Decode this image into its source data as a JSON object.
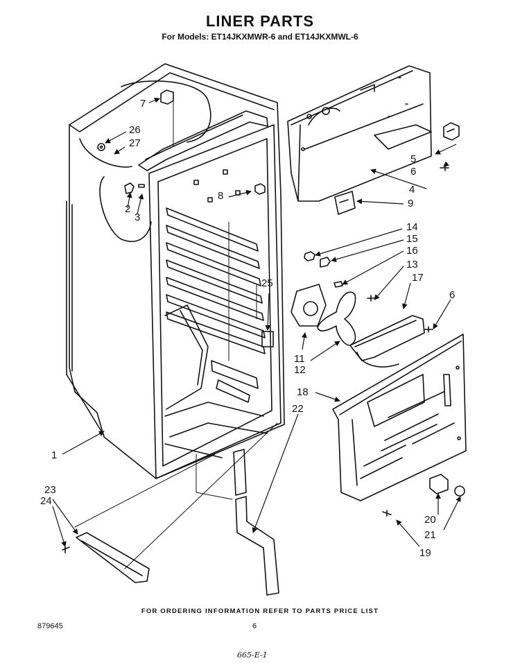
{
  "header": {
    "title": "LINER PARTS",
    "subtitle": "For Models: ET14JKXMWR-6 and ET14JKXMWL-6"
  },
  "part_labels": [
    {
      "id": "1",
      "text": "1"
    },
    {
      "id": "2",
      "text": "2"
    },
    {
      "id": "3",
      "text": "3"
    },
    {
      "id": "4",
      "text": "4"
    },
    {
      "id": "5",
      "text": "5"
    },
    {
      "id": "6a",
      "text": "6"
    },
    {
      "id": "6b",
      "text": "6"
    },
    {
      "id": "7",
      "text": "7"
    },
    {
      "id": "8",
      "text": "8"
    },
    {
      "id": "9",
      "text": "9"
    },
    {
      "id": "11",
      "text": "11"
    },
    {
      "id": "12",
      "text": "12"
    },
    {
      "id": "13",
      "text": "13"
    },
    {
      "id": "14",
      "text": "14"
    },
    {
      "id": "15",
      "text": "15"
    },
    {
      "id": "16",
      "text": "16"
    },
    {
      "id": "17",
      "text": "17"
    },
    {
      "id": "18",
      "text": "18"
    },
    {
      "id": "19",
      "text": "19"
    },
    {
      "id": "20",
      "text": "20"
    },
    {
      "id": "21",
      "text": "21"
    },
    {
      "id": "22",
      "text": "22"
    },
    {
      "id": "23",
      "text": "23"
    },
    {
      "id": "24",
      "text": "24"
    },
    {
      "id": "25",
      "text": "25"
    },
    {
      "id": "26",
      "text": "26"
    },
    {
      "id": "27",
      "text": "27"
    }
  ],
  "footer": {
    "ordering_note": "FOR ORDERING INFORMATION REFER TO PARTS PRICE LIST",
    "doc_number": "879645",
    "page_number": "6",
    "handwritten_note": "665-E-1"
  },
  "colors": {
    "ink": "#111111",
    "paper": "#ffffff"
  }
}
